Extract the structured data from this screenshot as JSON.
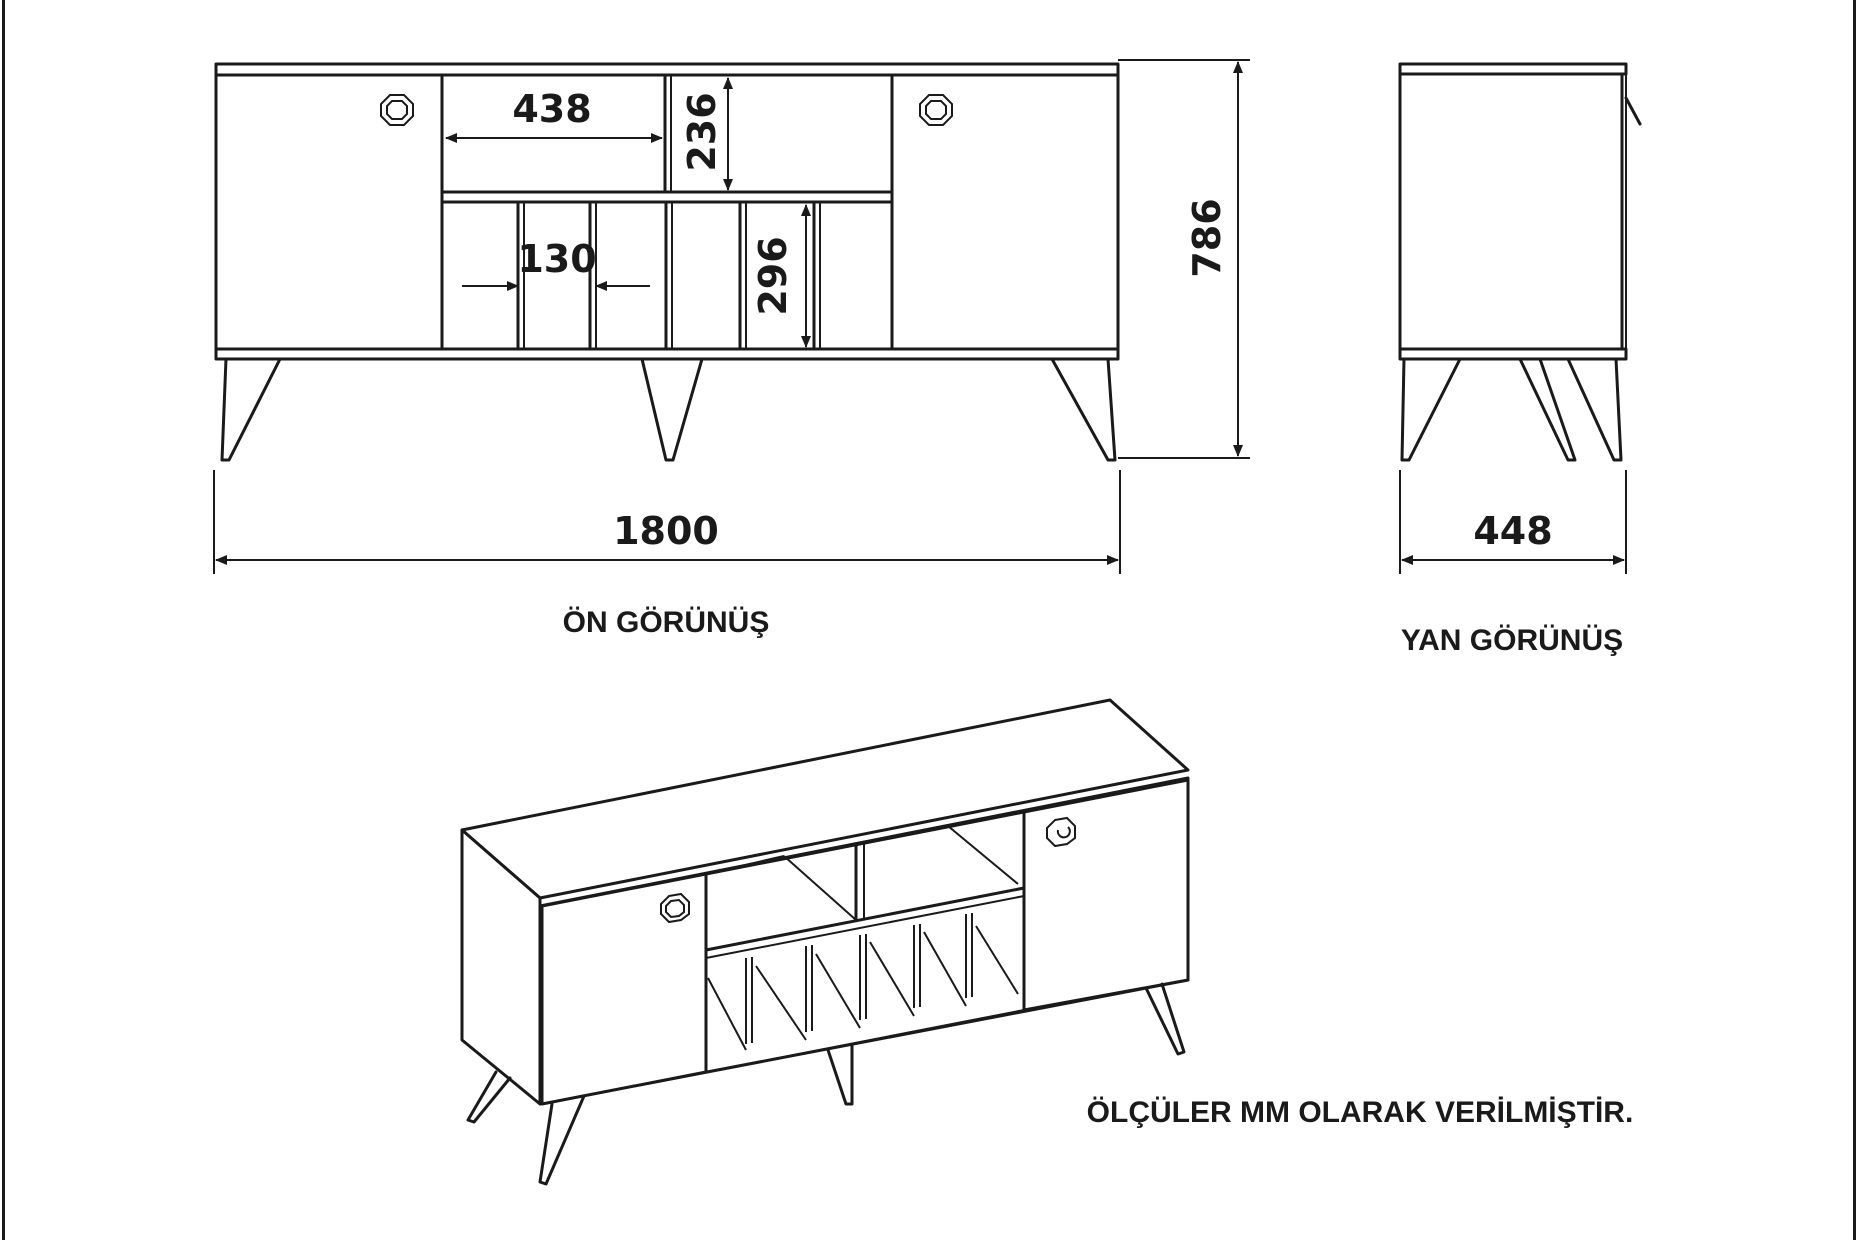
{
  "views": {
    "front_caption": "ÖN GÖRÜNÜŞ",
    "side_caption": "YAN GÖRÜNÜŞ"
  },
  "dimensions": {
    "total_width": "1800",
    "total_height": "786",
    "depth": "448",
    "shelf_width": "438",
    "shelf_height": "236",
    "compartment_width": "130",
    "compartment_height": "296"
  },
  "note": "ÖLÇÜLER MM OLARAK VERİLMİŞTİR."
}
